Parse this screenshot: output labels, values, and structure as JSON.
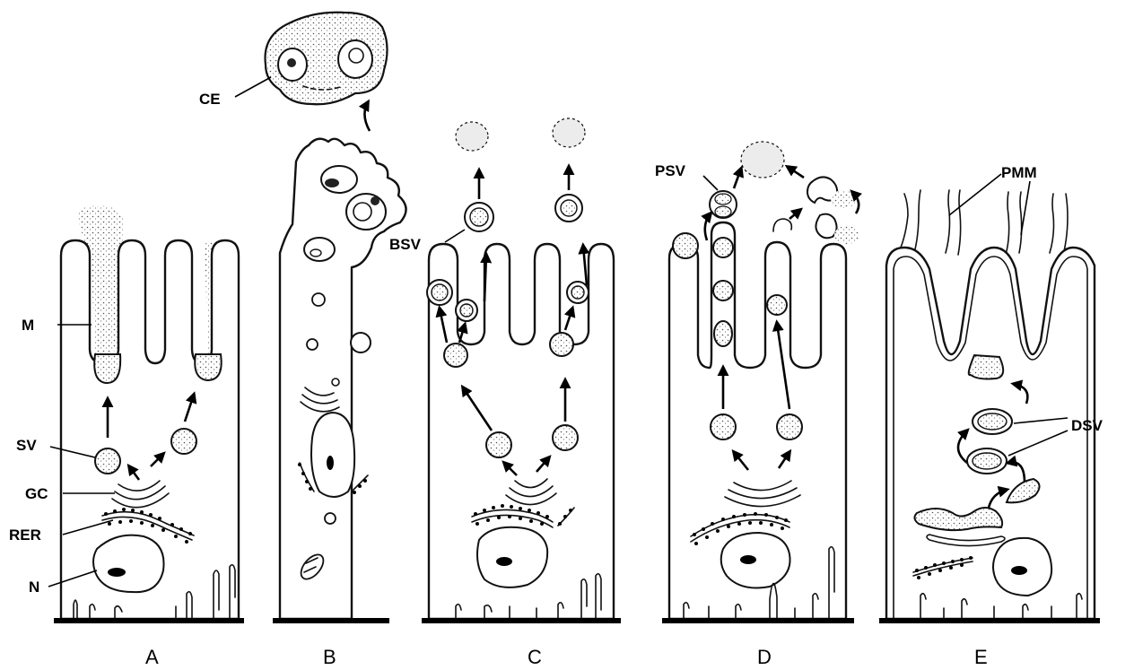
{
  "labels": {
    "CE": "CE",
    "M": "M",
    "SV": "SV",
    "GC": "GC",
    "RER": "RER",
    "N": "N",
    "BSV": "BSV",
    "PSV": "PSV",
    "PMM": "PMM",
    "DSV": "DSV"
  },
  "panels": [
    "A",
    "B",
    "C",
    "D",
    "E"
  ]
}
